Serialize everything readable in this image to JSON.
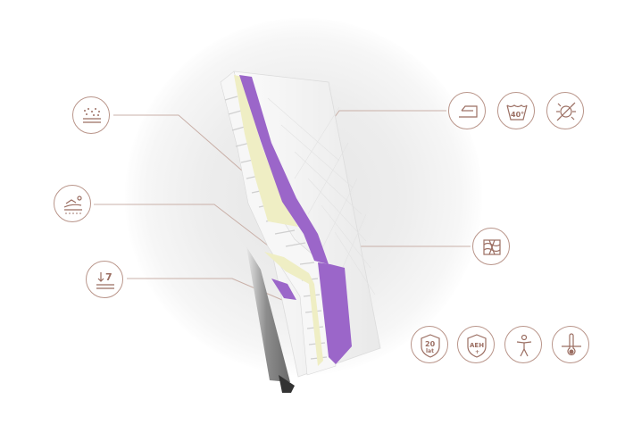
{
  "colors": {
    "accent": "#9b6e62",
    "icon_border": "#b9958a",
    "purple_layer": "#9b66c9",
    "yellow_layer": "#efeec4",
    "cover": "#f3f3f3",
    "base_grey": "#7a7a7a"
  },
  "left_icons": [
    {
      "name": "breathable-layers-icon"
    },
    {
      "name": "pressure-relief-icon"
    },
    {
      "name": "firmness-level-icon",
      "text": "7"
    }
  ],
  "right_top_icons": [
    {
      "name": "removable-cover-icon"
    },
    {
      "name": "wash-40-icon",
      "text": "40°"
    },
    {
      "name": "anti-mite-icon"
    }
  ],
  "right_mid_icons": [
    {
      "name": "core-structure-icon"
    }
  ],
  "bottom_icons": [
    {
      "name": "warranty-20-years-icon",
      "text_top": "20",
      "text_bottom": "lat"
    },
    {
      "name": "antiallergic-icon",
      "text": "AEH"
    },
    {
      "name": "body-support-icon"
    },
    {
      "name": "thermoregulation-icon"
    }
  ]
}
